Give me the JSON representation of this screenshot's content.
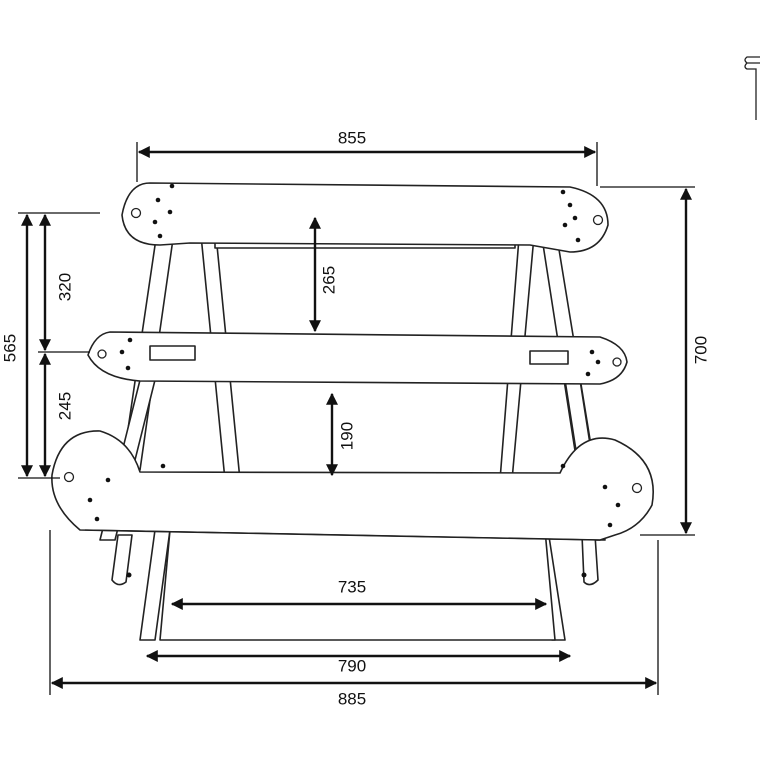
{
  "drawing": {
    "title": "Frame dimension drawing",
    "dimensions": {
      "top_width": "855",
      "total_height": "700",
      "left_height": "565",
      "upper_left": "320",
      "lower_left": "245",
      "inner_upper": "265",
      "inner_lower": "190",
      "inner_bottom_width": "735",
      "bottom_width": "790",
      "overall_width": "885"
    }
  }
}
